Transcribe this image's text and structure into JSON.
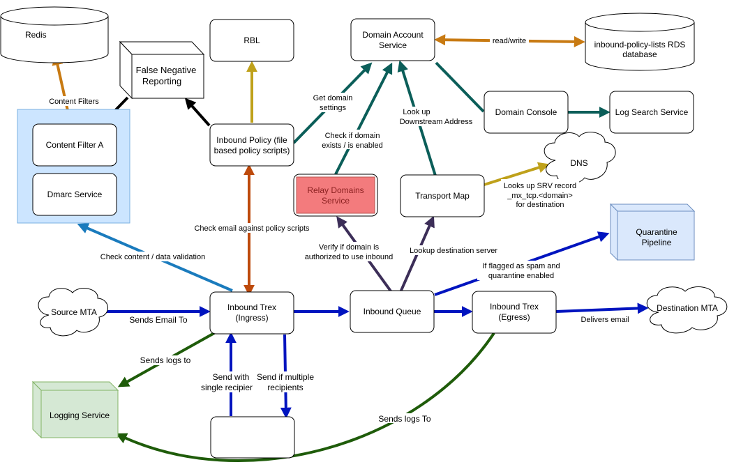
{
  "colors": {
    "blue": "#0014bf",
    "dark_blue_arrow": "#0010c0",
    "green": "#1f5c0a",
    "teal": "#0b5e59",
    "orange": "#c87a12",
    "olive": "#bfa11b",
    "rust": "#bd4a0c",
    "purple": "#3c2e58",
    "light_blue": "#1a7bbd",
    "relay_fill": "#f37b7d",
    "relay_stroke": "#b85450",
    "relay_text": "#8a1f1f",
    "container_fill": "#cce5ff",
    "container_stroke": "#7ab0e0",
    "quarantine_fill": "#dae8fc",
    "quarantine_stroke": "#6c8ebf",
    "logging_fill": "#d5e8d4",
    "logging_stroke": "#82b366"
  },
  "nodes": {
    "redis": "Redis",
    "false_negative": [
      "False Negative",
      "Reporting"
    ],
    "content_filters_group": "Content Filters",
    "content_filter_a": "Content Filter A",
    "dmarc": "Dmarc Service",
    "rbl": "RBL",
    "domain_account": [
      "Domain Account",
      "Service"
    ],
    "rds": [
      "inbound-policy-lists RDS",
      "database"
    ],
    "inbound_policy": [
      "Inbound Policy (file",
      "based policy scripts)"
    ],
    "domain_console": "Domain Console",
    "log_search": "Log Search Service",
    "dns": "DNS",
    "relay_domains": [
      "Relay Domains",
      "Service"
    ],
    "transport_map": "Transport Map",
    "quarantine": [
      "Quarantine",
      "Pipeline"
    ],
    "source_mta": "Source MTA",
    "inbound_trex_ingress": [
      "Inbound Trex",
      "(Ingress)"
    ],
    "inbound_queue": "Inbound Queue",
    "inbound_trex_egress": [
      "Inbound Trex",
      "(Egress)"
    ],
    "destination_mta": "Destination MTA",
    "logging": "Logging Service"
  },
  "edge_labels": {
    "read_write": "read/write",
    "get_domain_settings": [
      "Get domain",
      "settings"
    ],
    "check_domain_enabled": [
      "Check if domain",
      "exists / is enabled"
    ],
    "look_up_downstream": [
      "Look up",
      "Downstream Address"
    ],
    "looks_up_srv": [
      "Looks up SRV record",
      "_mx_tcp.<domain>",
      "for destination"
    ],
    "check_policy_scripts": "Check email against policy scripts",
    "check_content": "Check content  / data validation",
    "verify_domain": [
      "Verify if domain is",
      "authorized to use inbound"
    ],
    "lookup_destination": "Lookup destination server",
    "flagged_spam": [
      "If flagged as spam and",
      "quarantine enabled"
    ],
    "sends_email_to": "Sends Email To",
    "delivers_email": "Delivers email",
    "sends_logs_to": "Sends logs to",
    "sends_logs_to_2": "Sends logs To",
    "send_single": [
      "Send with",
      "single recipier"
    ],
    "send_multiple": [
      "Send if multiple",
      "recipients"
    ]
  }
}
